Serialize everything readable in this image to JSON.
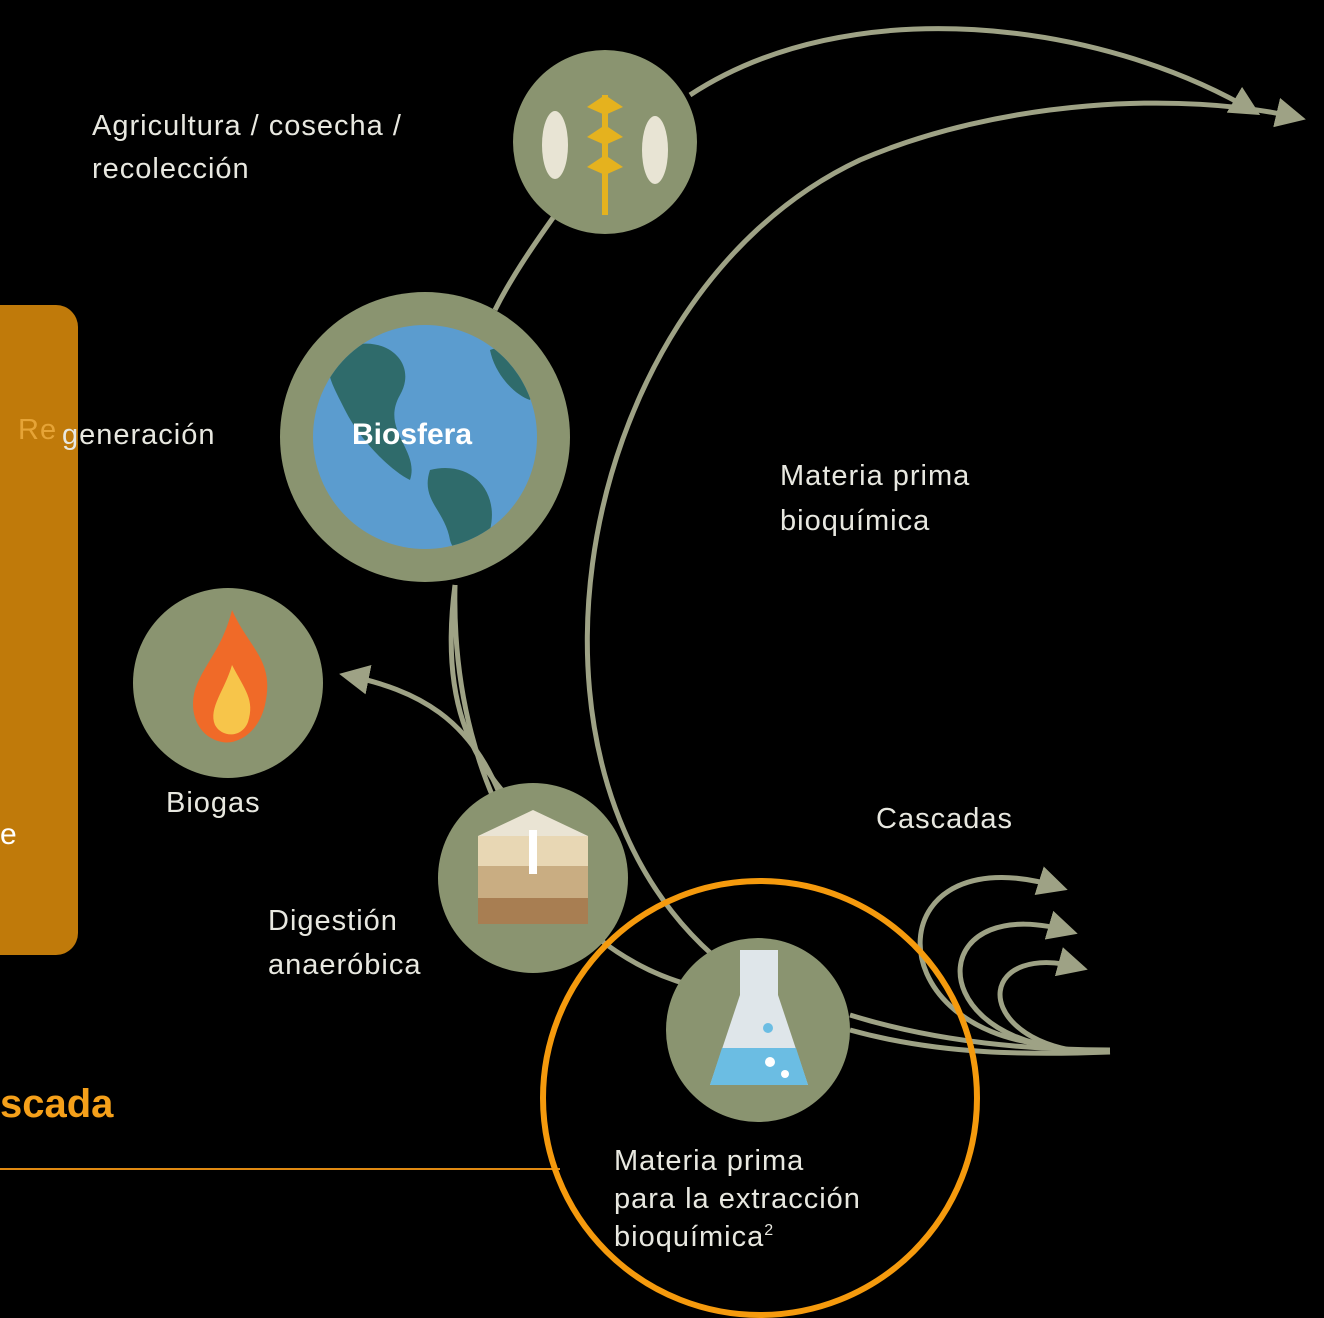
{
  "nodes": {
    "agricultura": {
      "label_line1": "Agricultura / cosecha /",
      "label_line2": "recolección"
    },
    "biosfera": {
      "label": "Biosfera"
    },
    "biogas": {
      "label": "Biogas"
    },
    "digestion": {
      "label_line1": "Digestión",
      "label_line2": "anaeróbica"
    },
    "materia_extraccion": {
      "label_line1": "Materia prima",
      "label_line2": "para la extracción",
      "label_line3": "bioquímica",
      "superscript": "2"
    }
  },
  "flows": {
    "regeneracion": "generación",
    "regeneracion_partial": "Re",
    "materia_bioquimica_line1": "Materia prima",
    "materia_bioquimica_line2": "bioquímica",
    "cascadas": "Cascadas"
  },
  "side_panel": {
    "partial_text": "e"
  },
  "section": {
    "title_partial": "scada"
  },
  "icons": [
    "wheat-fish-icon",
    "globe-icon",
    "flame-icon",
    "soil-layers-icon",
    "flask-icon"
  ],
  "colors": {
    "background": "#000000",
    "node_fill": "#8a9470",
    "flow_line": "#9ea285",
    "accent_orange": "#f59a0d",
    "panel_orange": "#c07a0a",
    "globe_blue": "#5b9ccf",
    "globe_land": "#2f6b6b"
  }
}
